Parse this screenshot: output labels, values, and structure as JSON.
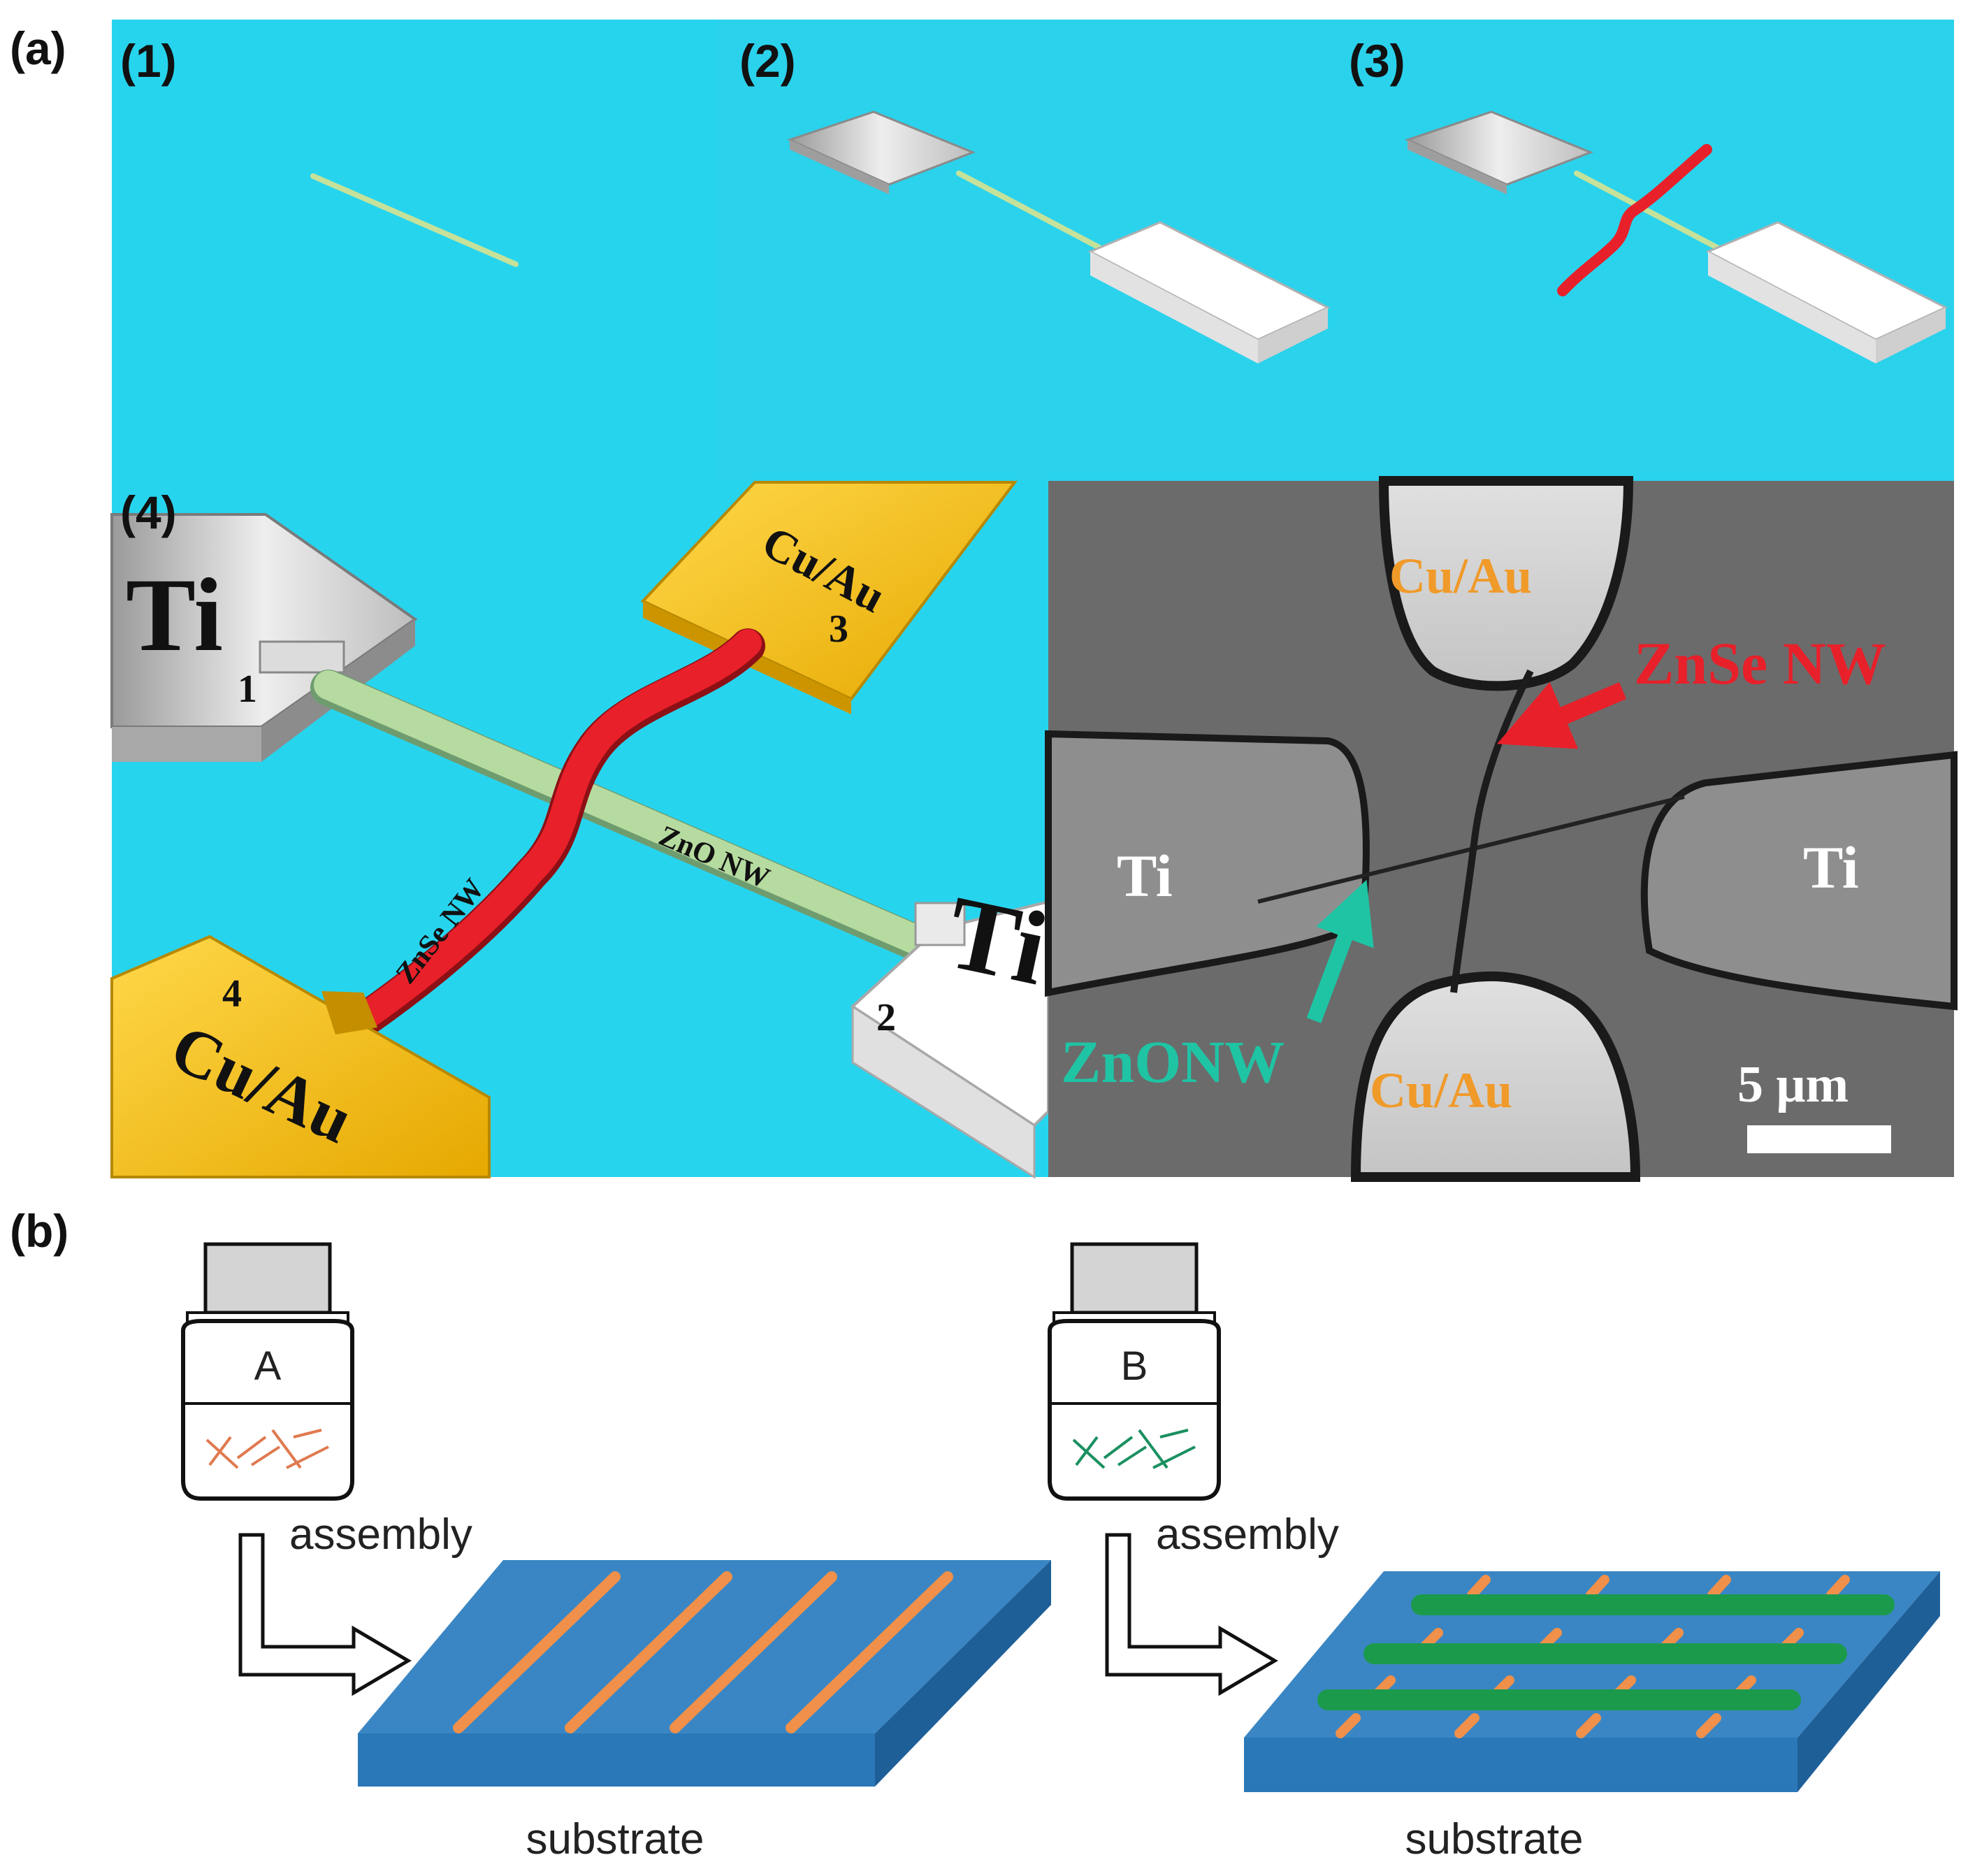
{
  "panel_a": {
    "label": "(a)",
    "steps": [
      "(1)",
      "(2)",
      "(3)",
      "(4)"
    ],
    "schematic": {
      "ti_left": "Ti",
      "ti_right": "Ti",
      "cu_au_top": "Cu/Au",
      "cu_au_bottom": "Cu/Au",
      "num_1": "1",
      "num_2": "2",
      "num_3": "3",
      "num_4": "4",
      "zno_wire": "ZnO NW",
      "znse_wire": "ZnSe NW"
    },
    "sem": {
      "cu_au_top": "Cu/Au",
      "cu_au_bottom": "Cu/Au",
      "ti_left": "Ti",
      "ti_right": "Ti",
      "znse_label": "ZnSe NW",
      "zno_label": "ZnONW",
      "scale_bar": "5 μm"
    }
  },
  "panel_b": {
    "label": "(b)",
    "bottle_a": "A",
    "bottle_b": "B",
    "step_label_1": "assembly",
    "step_label_2": "assembly",
    "substrate_1": "substrate",
    "substrate_2": "substrate"
  },
  "colors": {
    "cyan_bg": "#27d4ee",
    "sem_gray": "#6b6b6b",
    "znse_red": "#e8202a",
    "zno_green": "#b6dba0",
    "gold": "#f2b800",
    "orange_label": "#f09a2a",
    "teal_label": "#1fc4a4",
    "substrate_blue": "#3a86c4"
  }
}
